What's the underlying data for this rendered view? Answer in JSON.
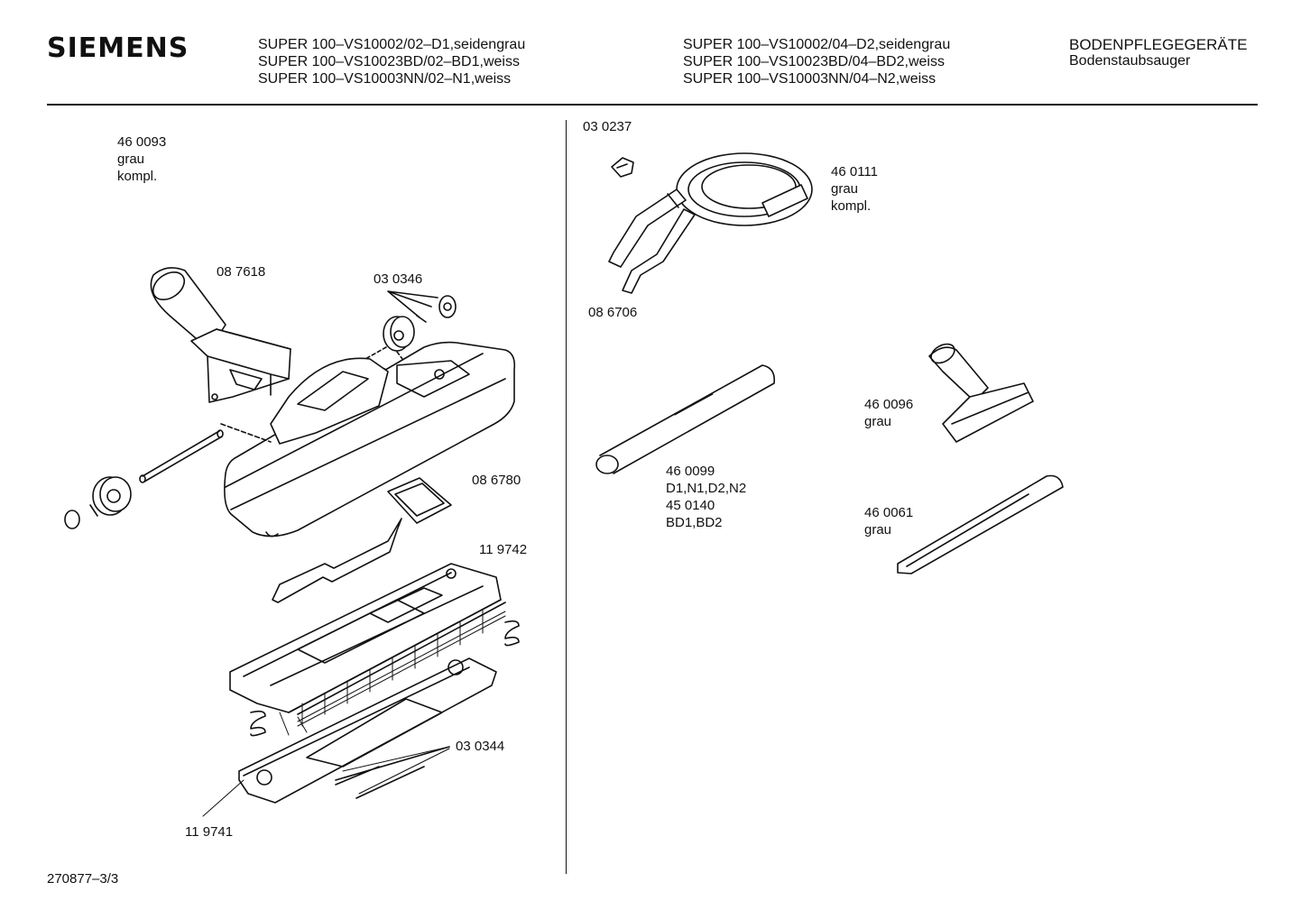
{
  "header": {
    "brand": "SIEMENS",
    "models_left": [
      "SUPER 100–VS10002/02–D1,seidengrau",
      "SUPER 100–VS10023BD/02–BD1,weiss",
      "SUPER 100–VS10003NN/02–N1,weiss"
    ],
    "models_right": [
      "SUPER 100–VS10002/04–D2,seidengrau",
      "SUPER 100–VS10023BD/04–BD2,weiss",
      "SUPER 100–VS10003NN/04–N2,weiss"
    ],
    "category": "BODENPFLEGEGERÄTE",
    "subcategory": "Bodenstaubsauger"
  },
  "parts": {
    "p460093": "46 0093\ngrau\nkompl.",
    "p087618": "08 7618",
    "p030346": "03 0346",
    "p086780": "08 6780",
    "p119742": "11 9742",
    "p030344": "03 0344",
    "p119741": "11 9741",
    "p030237": "03 0237",
    "p460111": "46 0111\ngrau\nkompl.",
    "p086706": "08 6706",
    "p460099": "46 0099\nD1,N1,D2,N2\n45 0140\nBD1,BD2",
    "p460096": "46 0096\ngrau",
    "p460061": "46 0061\ngrau"
  },
  "footer": {
    "page_ref": "270877–3/3"
  }
}
